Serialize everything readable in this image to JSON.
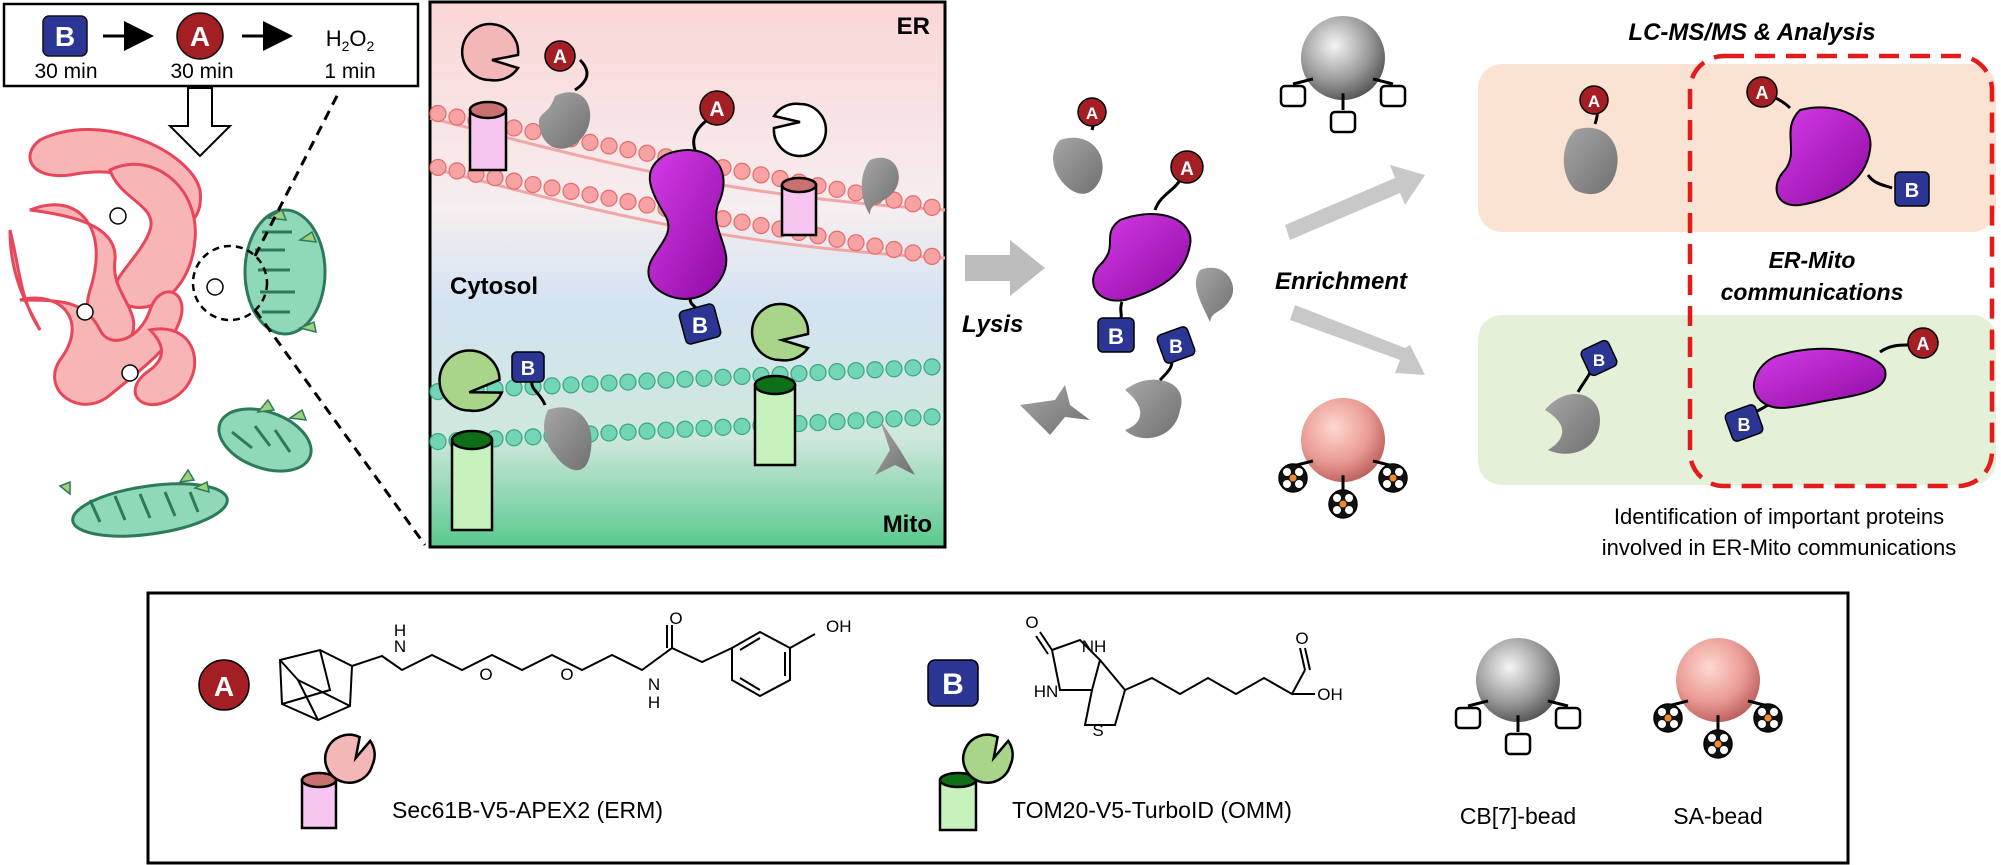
{
  "badges": {
    "a_letter": "A",
    "b_letter": "B"
  },
  "protocol": {
    "steps": [
      {
        "label": "30 min"
      },
      {
        "label": "30 min"
      },
      {
        "label": "1 min"
      }
    ],
    "h2o2": {
      "h": "H",
      "sub1": "2",
      "o": "O",
      "sub2": "2"
    }
  },
  "zoom_panel": {
    "er_label": "ER",
    "cytosol_label": "Cytosol",
    "mito_label": "Mito"
  },
  "steps": {
    "lysis": "Lysis",
    "enrichment": "Enrichment"
  },
  "analysis": {
    "title": "LC-MS/MS & Analysis",
    "er_mito_line1": "ER-Mito",
    "er_mito_line2": "communications",
    "caption_line1": "Identification of important proteins",
    "caption_line2": "involved in ER-Mito communications"
  },
  "legend": {
    "erm_label": "Sec61B-V5-APEX2 (ERM)",
    "omm_label": "TOM20-V5-TurboID (OMM)",
    "cb7_label": "CB[7]-bead",
    "sa_label": "SA-bead",
    "chem_a": {
      "nh": "N",
      "h": "H",
      "o1": "O",
      "o2": "O",
      "o3": "O",
      "nh2": "N",
      "h2": "H",
      "oh": "OH"
    },
    "chem_b": {
      "o": "O",
      "nh_top": "NH",
      "hn": "HN",
      "s": "S",
      "o2": "O",
      "oh": "OH"
    }
  },
  "colors": {
    "badge_a": "#a31f24",
    "badge_b": "#2b3593",
    "er_membrane": "#f28b8b",
    "mito_membrane": "#5fc9a7",
    "protein_purple": "#b10fc7",
    "protein_gray": "#8c8c8c",
    "red_dashed": "#e31b1b"
  }
}
